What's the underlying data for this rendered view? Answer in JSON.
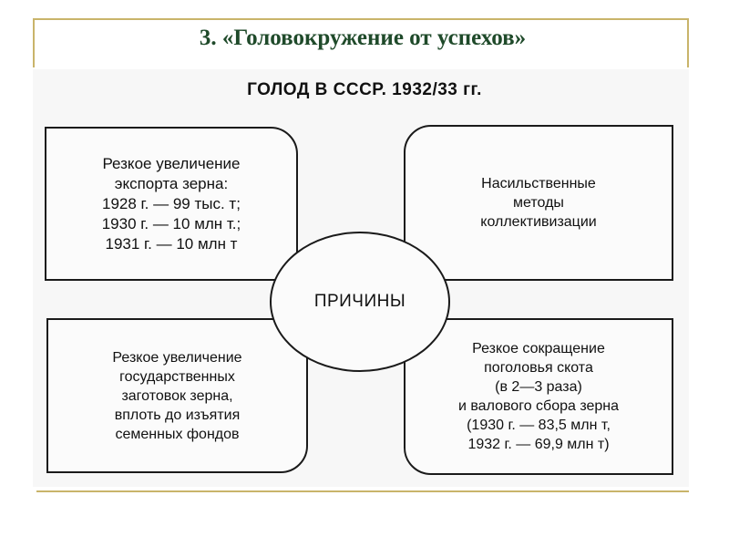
{
  "slide": {
    "title": "3. «Головокружение от успехов»"
  },
  "diagram": {
    "heading": "ГОЛОД В СССР. 1932/33 гг.",
    "center_label": "ПРИЧИНЫ",
    "causes": [
      "Резкое увеличение\nэкспорта зерна:\n1928 г. — 99 тыс. т;\n1930 г. — 10 млн т.;\n1931 г. — 10 млн т",
      "Насильственные\nметоды\nколлективизации",
      "Резкое увеличение\nгосударственных\nзаготовок зерна,\nвплоть до изъятия\nсеменных фондов",
      "Резкое сокращение\nпоголовья скота\n(в 2—3 раза)\nи валового сбора зерна\n(1930 г. — 83,5 млн т,\n1932 г. — 69,9 млн т)"
    ]
  },
  "colors": {
    "title_text": "#1f4a2a",
    "accent_border": "#c9b46a",
    "diagram_ink": "#1a1a1a"
  }
}
